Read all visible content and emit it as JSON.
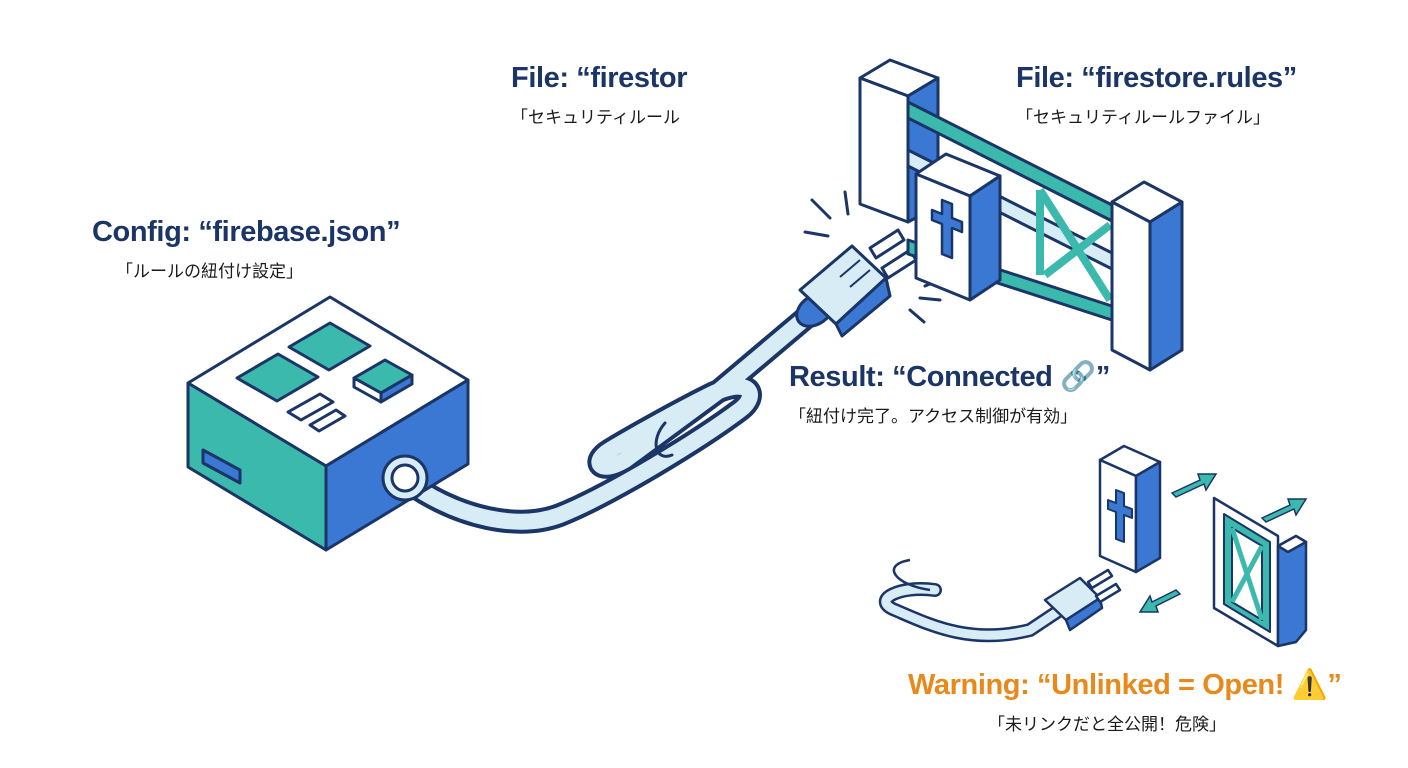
{
  "labels": {
    "file_partial": {
      "title": "File: “firestor",
      "subtitle": "「セキュリティルール"
    },
    "file": {
      "title": "File: “firestore.rules”",
      "subtitle": "「セキュリティルールファイル」"
    },
    "config": {
      "title": "Config: “firebase.json”",
      "subtitle": "「ルールの紐付け設定」"
    },
    "result": {
      "title": "Result: “Connected 🔗”",
      "subtitle": "「紐付け完了。アクセス制御が有効」"
    },
    "warning": {
      "title": "Warning: “Unlinked = Open! ⚠️”",
      "subtitle": "「未リンクだと全公開！危険」"
    }
  },
  "colors": {
    "outline": "#1a3566",
    "blue": "#3a78d4",
    "teal": "#3cb9ad",
    "cable": "#d8ecf6",
    "face": "#ffffff",
    "warning": "#e8891a"
  }
}
